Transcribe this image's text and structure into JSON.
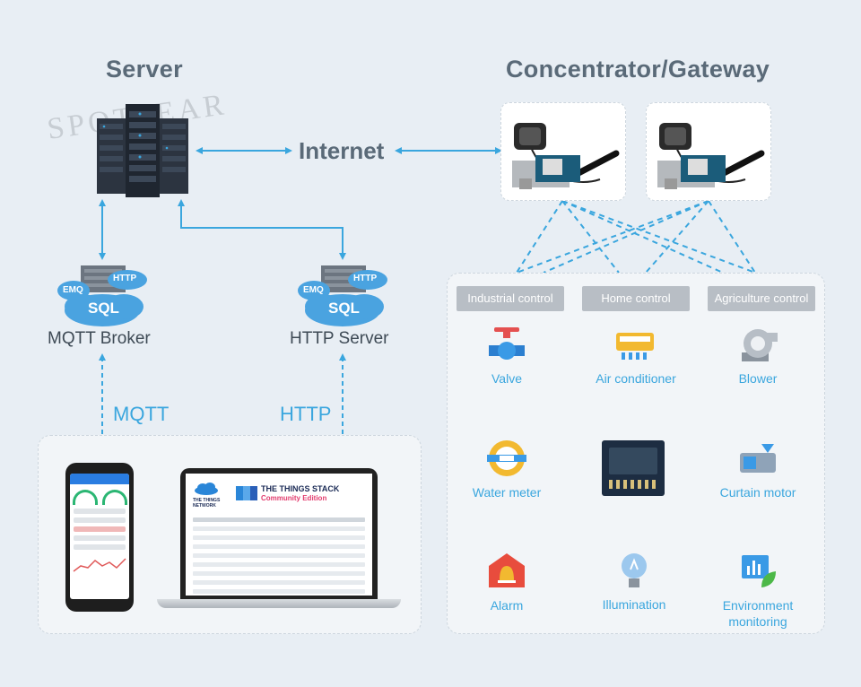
{
  "headings": {
    "server": "Server",
    "gateway": "Concentrator/Gateway"
  },
  "watermark": "SPOTPEAR",
  "links": {
    "internet": "Internet",
    "mqtt": "MQTT",
    "http": "HTTP"
  },
  "brokers": [
    {
      "name": "MQTT Broker",
      "emq": "EMQ",
      "http": "HTTP",
      "sql": "SQL"
    },
    {
      "name": "HTTP Server",
      "emq": "EMQ",
      "http": "HTTP",
      "sql": "SQL"
    }
  ],
  "ttn": {
    "logo": "THE THINGS NETWORK",
    "title": "THE THINGS STACK",
    "subtitle": "Community Edition"
  },
  "categories": [
    "Industrial control",
    "Home control",
    "Agriculture control"
  ],
  "devices": {
    "valve": "Valve",
    "air_conditioner": "Air conditioner",
    "blower": "Blower",
    "water_meter": "Water meter",
    "curtain_motor": "Curtain motor",
    "alarm": "Alarm",
    "illumination": "Illumination",
    "environment_monitoring": "Environment monitoring"
  },
  "colors": {
    "accent": "#3aa6de",
    "heading": "#5a6a78",
    "tab": "#b8bec5",
    "background": "#e8eef4"
  }
}
